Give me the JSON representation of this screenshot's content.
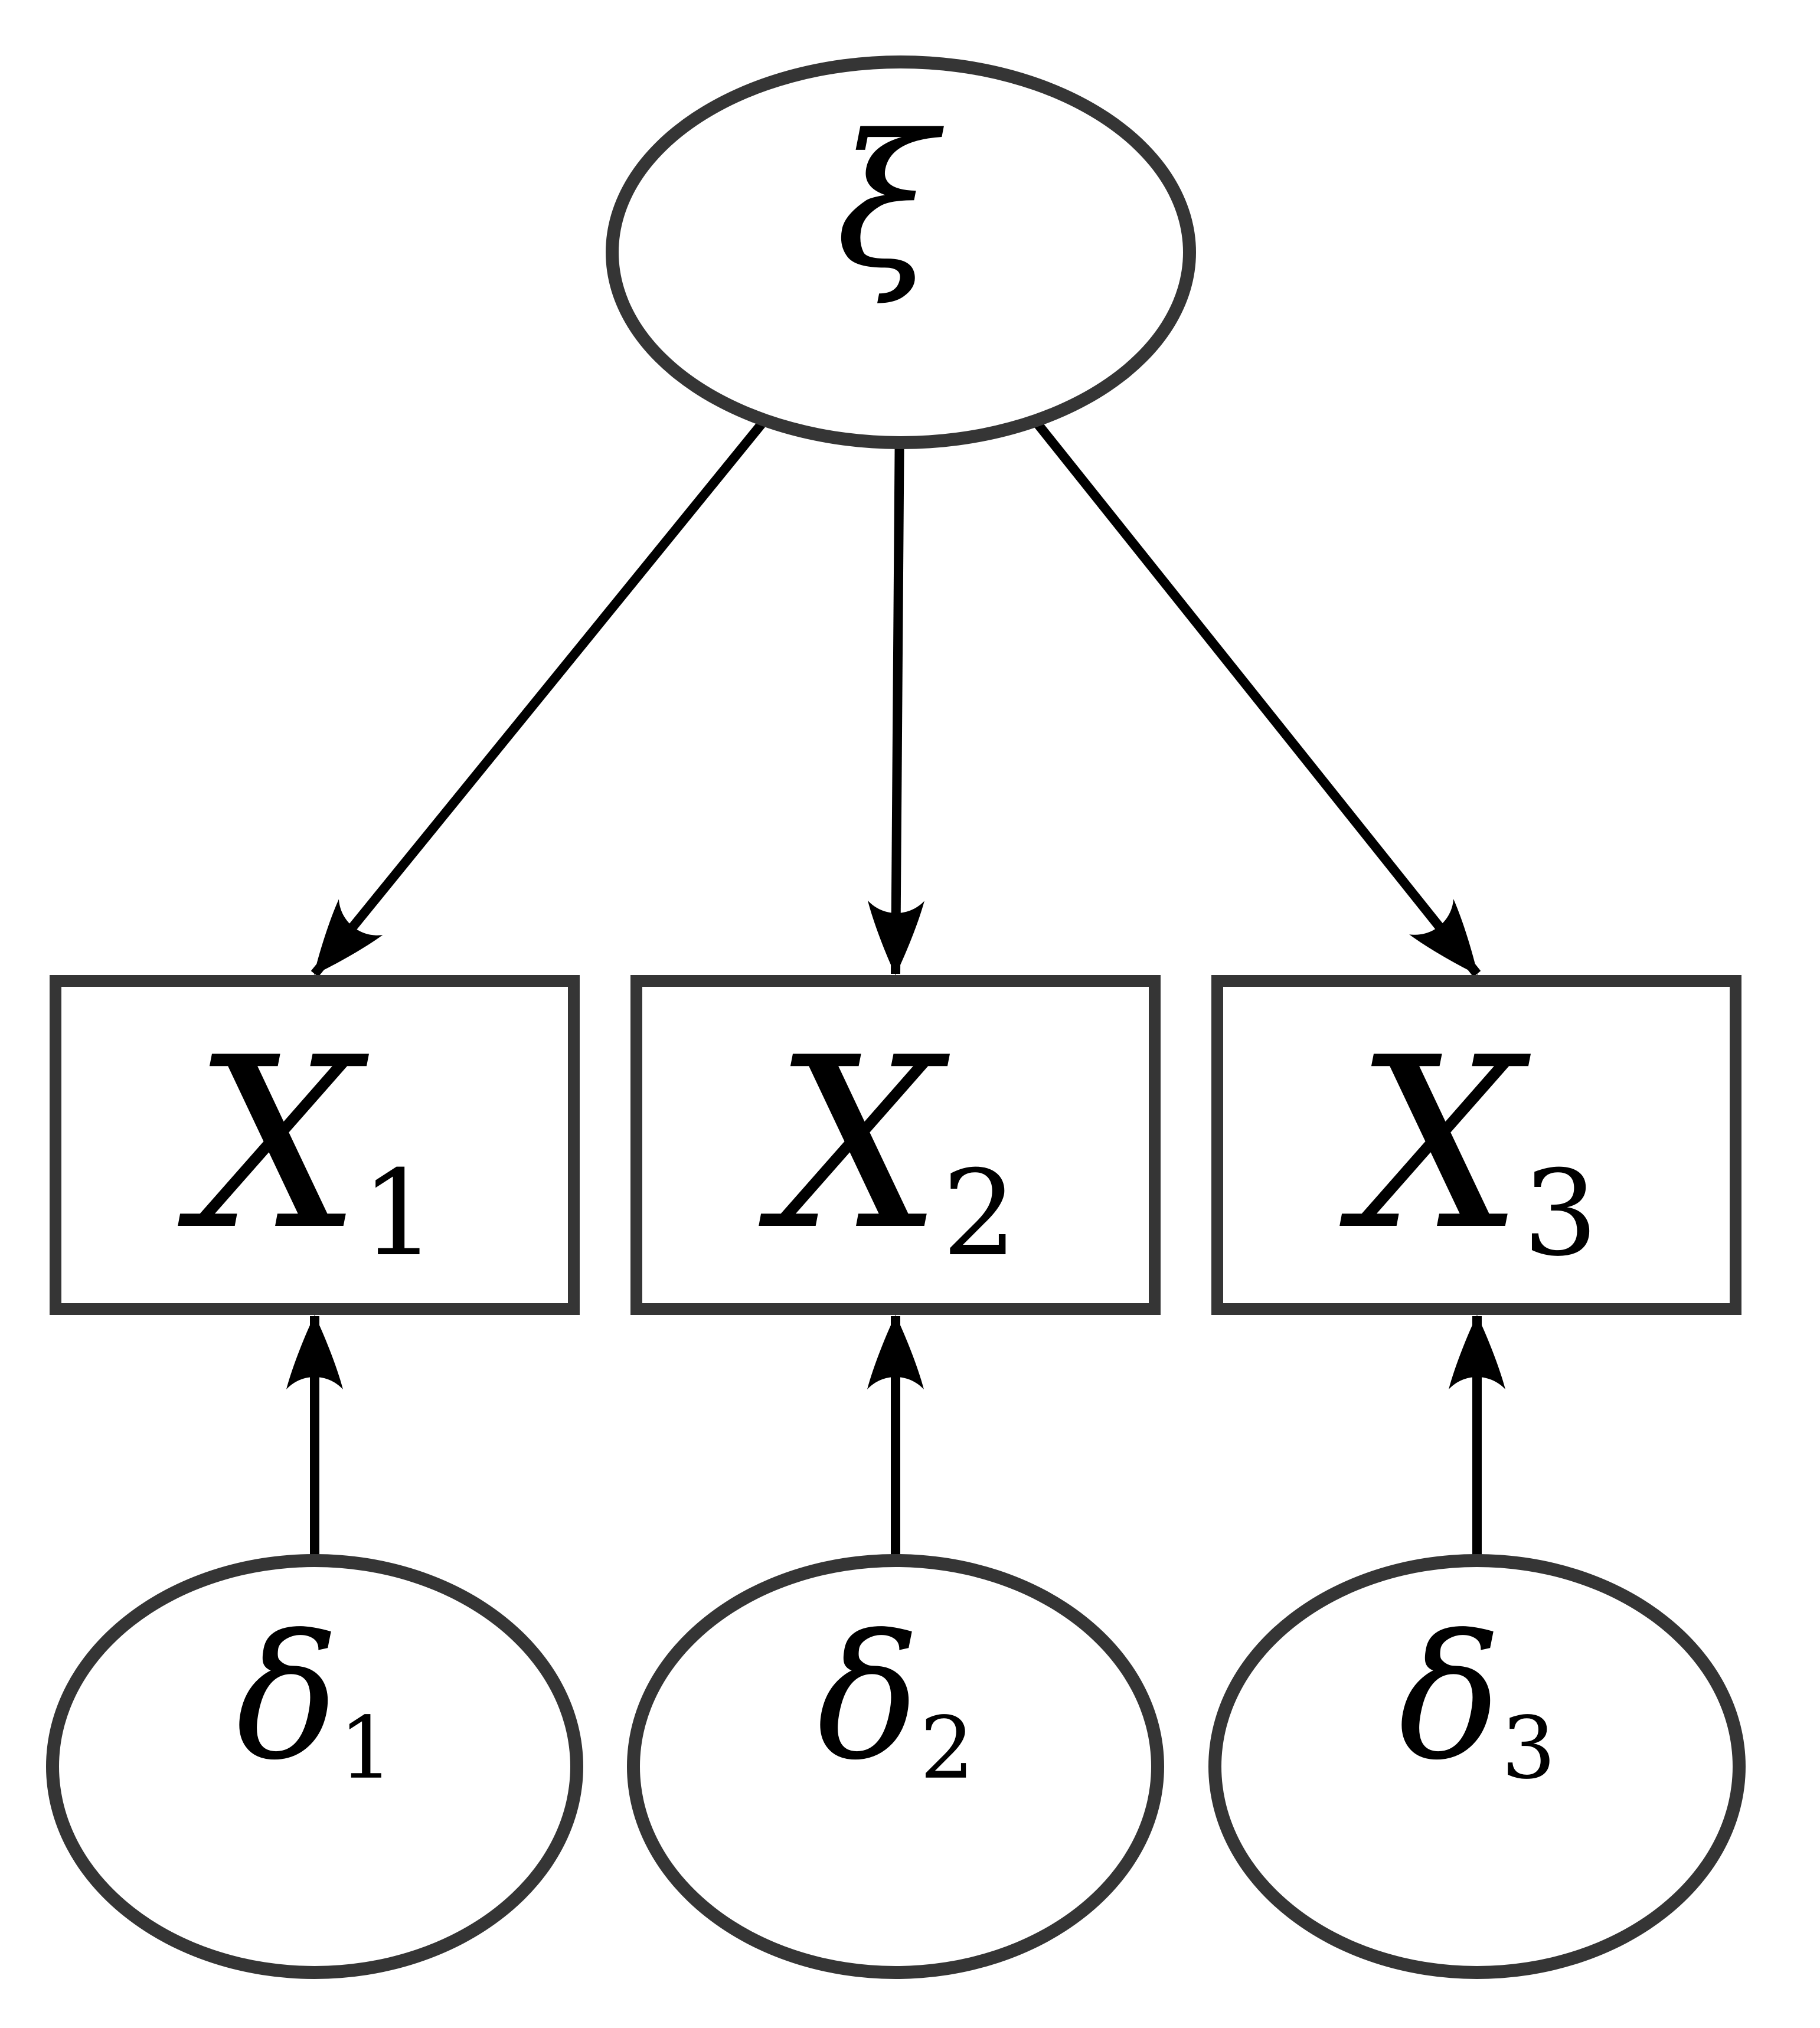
{
  "diagram": {
    "kind": "latent factor path diagram",
    "background_color": "#ffffff",
    "shape_stroke_color": "#353535",
    "arrow_and_text_color": "#000000"
  },
  "nodes": {
    "xi": {
      "label": "ξ",
      "base": "ξ",
      "sub": "",
      "shape": "ellipse",
      "role": "latent-variable"
    },
    "x1": {
      "label": "X1",
      "base": "X",
      "sub": "1",
      "shape": "rectangle",
      "role": "observed-indicator"
    },
    "x2": {
      "label": "X2",
      "base": "X",
      "sub": "2",
      "shape": "rectangle",
      "role": "observed-indicator"
    },
    "x3": {
      "label": "X3",
      "base": "X",
      "sub": "3",
      "shape": "rectangle",
      "role": "observed-indicator"
    },
    "delta1": {
      "label": "δ1",
      "base": "δ",
      "sub": "1",
      "shape": "ellipse",
      "role": "error-term"
    },
    "delta2": {
      "label": "δ2",
      "base": "δ",
      "sub": "2",
      "shape": "ellipse",
      "role": "error-term"
    },
    "delta3": {
      "label": "δ3",
      "base": "δ",
      "sub": "3",
      "shape": "ellipse",
      "role": "error-term"
    }
  },
  "edges": [
    {
      "from": "xi",
      "to": "x1",
      "style": "arrow"
    },
    {
      "from": "xi",
      "to": "x2",
      "style": "arrow"
    },
    {
      "from": "xi",
      "to": "x3",
      "style": "arrow"
    },
    {
      "from": "delta1",
      "to": "x1",
      "style": "arrow"
    },
    {
      "from": "delta2",
      "to": "x2",
      "style": "arrow"
    },
    {
      "from": "delta3",
      "to": "x3",
      "style": "arrow"
    }
  ]
}
